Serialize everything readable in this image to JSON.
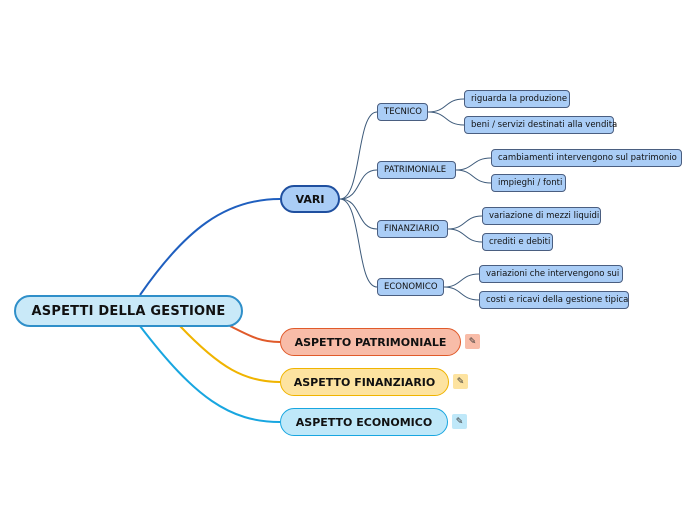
{
  "colors": {
    "vari_link": "#1f5fbf",
    "patrimoniale": "#e05a2a",
    "finanziario": "#f0b400",
    "economico": "#18a6e0",
    "sub_link": "#3d5a7a"
  },
  "root": {
    "label": "ASPETTI DELLA GESTIONE"
  },
  "main_nodes": {
    "vari": {
      "label": "VARI"
    },
    "patrimoniale": {
      "label": "ASPETTO PATRIMONIALE",
      "icon": "edit-icon"
    },
    "finanziario": {
      "label": "ASPETTO FINANZIARIO",
      "icon": "edit-icon"
    },
    "economico": {
      "label": "ASPETTO ECONOMICO",
      "icon": "edit-icon"
    }
  },
  "sub_nodes": {
    "tecnico": {
      "label": "TECNICO",
      "children": [
        "riguarda la produzione",
        "beni / servizi destinati alla vendita"
      ]
    },
    "patrimoniale": {
      "label": "PATRIMONIALE",
      "children": [
        "cambiamenti intervengono sul patrimonio",
        "impieghi / fonti"
      ]
    },
    "finanziario": {
      "label": "FINANZIARIO",
      "children": [
        "variazione di mezzi liquidi",
        "crediti e debiti"
      ]
    },
    "economico": {
      "label": "ECONOMICO",
      "children": [
        "variazioni che intervengono sui",
        "costi e ricavi della gestione tipica"
      ]
    }
  }
}
